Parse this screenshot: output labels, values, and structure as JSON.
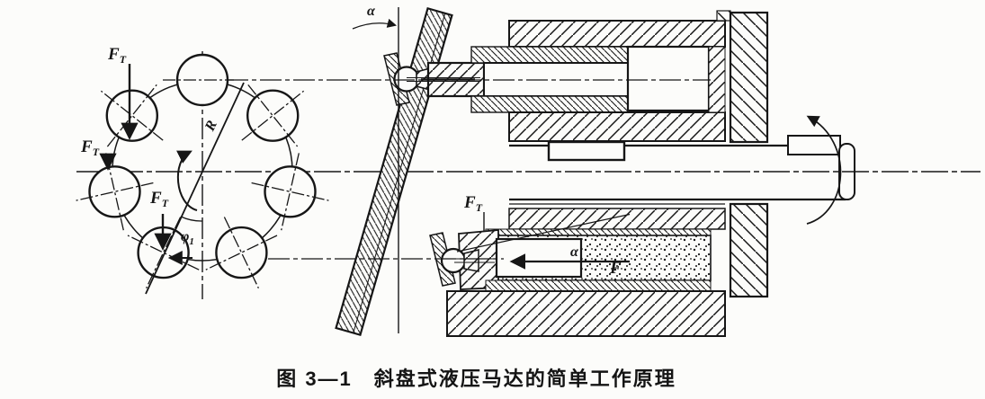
{
  "figure": {
    "caption": "图 3—1　斜盘式液压马达的简单工作原理",
    "ink": "#161616",
    "paper": "#fcfcfa",
    "type": "textbook-engineering-figure"
  },
  "left_view": {
    "name": "piston-array-end-view",
    "piston_count": "7",
    "labels": {
      "radius": "R",
      "phi_base": "φ",
      "phi_sub": "1",
      "force_base": "F",
      "force_sub": "T"
    }
  },
  "section_view": {
    "name": "swashplate-motor-longitudinal-section",
    "labels": {
      "swash_angle": "α",
      "contact_angle": "α",
      "piston_force": "F",
      "force_base": "F",
      "force_sub": "T"
    }
  }
}
